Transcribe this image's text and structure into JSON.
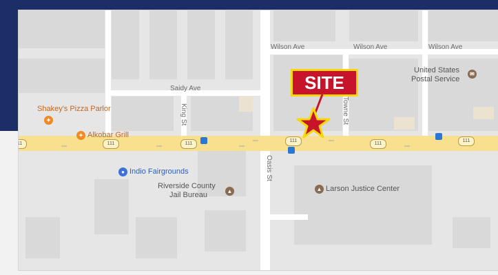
{
  "map": {
    "site_label": "SITE",
    "streets": {
      "wilson_ave_1": "Wilson Ave",
      "wilson_ave_2": "Wilson Ave",
      "wilson_ave_3": "Wilson Ave",
      "saidy_ave": "Saidy Ave",
      "king_st": "King St",
      "towne_st": "Towne St",
      "oasis_st": "Oasis St"
    },
    "route_shield": "111",
    "pois": {
      "shakeys": "Shakey's Pizza Parlor",
      "alkobar": "Alkobar Grill",
      "fairgrounds": "Indio Fairgrounds",
      "riverside_1": "Riverside County",
      "riverside_2": "Jail Bureau",
      "larson": "Larson Justice Center",
      "usps_1": "United States",
      "usps_2": "Postal Service"
    },
    "colors": {
      "highway": "#f8e08e",
      "site_box": "#c8142b",
      "site_border": "#f5d90a",
      "frame": "#1b2f66",
      "restaurant_icon": "#f08a24",
      "civic_icon": "#8a6a50",
      "park_icon": "#3f6fd8"
    },
    "icons": [
      "restaurant-icon",
      "courthouse-icon",
      "post-office-icon",
      "fairgrounds-icon",
      "bus-stop-icon",
      "star-marker-icon"
    ]
  }
}
